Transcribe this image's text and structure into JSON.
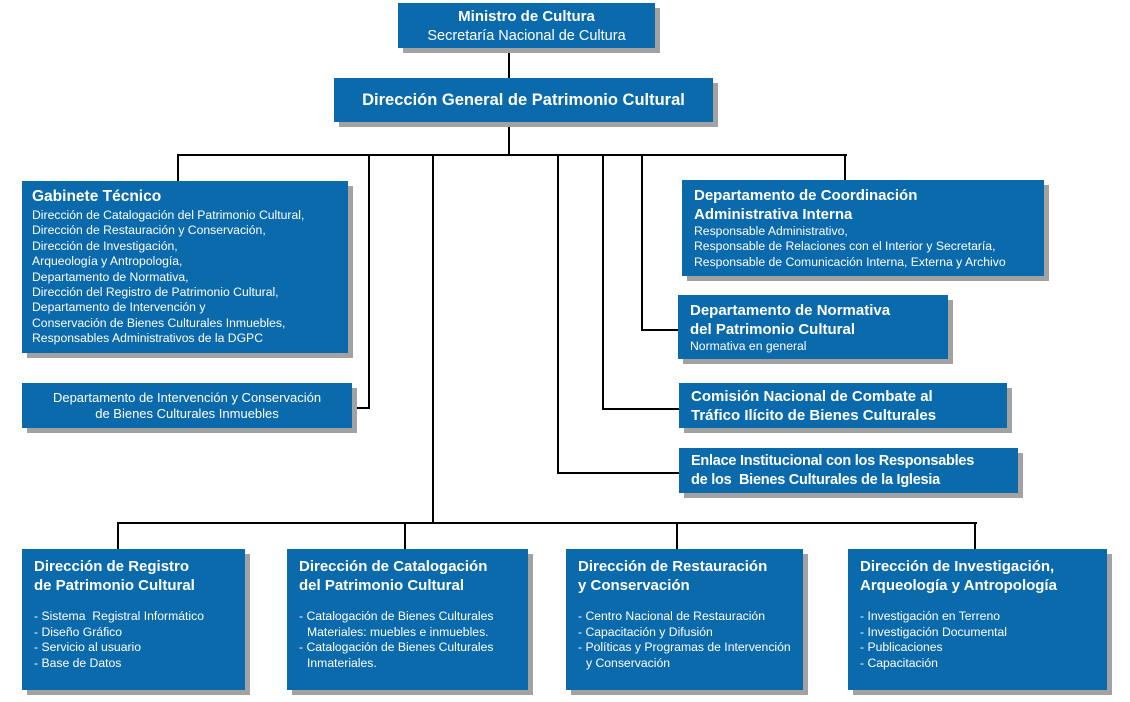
{
  "colors": {
    "box_blue": "#0b6aab",
    "box_text": "#ffffff",
    "line_black": "#000000",
    "shadow_gray": "#a2a2a2",
    "page_bg": "#ffffff"
  },
  "nodes": {
    "ministro": {
      "title": "Ministro de Cultura",
      "subtitle": "Secretaría Nacional de Cultura"
    },
    "direccion_general": {
      "title": "Dirección General de Patrimonio Cultural"
    },
    "gabinete": {
      "title": "Gabinete Técnico",
      "lines": [
        "Dirección de Catalogación del Patrimonio Cultural,",
        "Dirección de Restauración y Conservación,",
        "Dirección de Investigación,",
        "Arqueología y Antropología,",
        "Departamento de Normativa,",
        "Dirección del Registro de Patrimonio Cultural,",
        "Departamento de Intervención y",
        "Conservación de Bienes Culturales Inmuebles,",
        "Responsables Administrativos de la DGPC"
      ]
    },
    "intervencion": {
      "lines": [
        "Departamento de Intervención y Conservación",
        "de Bienes Culturales Inmuebles"
      ]
    },
    "coordinacion": {
      "title_lines": [
        "Departamento de Coordinación",
        "Administrativa Interna"
      ],
      "lines": [
        "Responsable Administrativo,",
        "Responsable de Relaciones con el Interior y Secretaría,",
        "Responsable de Comunicación Interna, Externa y Archivo"
      ]
    },
    "normativa": {
      "title_lines": [
        "Departamento de Normativa",
        "del Patrimonio Cultural"
      ],
      "lines": [
        "Normativa en general"
      ]
    },
    "comision": {
      "title_lines": [
        "Comisión Nacional de Combate al",
        "Tráfico Ilícito de Bienes Culturales"
      ]
    },
    "enlace": {
      "title_lines": [
        "Enlace Institucional con los Responsables",
        "de los  Bienes Culturales de la Iglesia"
      ]
    },
    "registro": {
      "title_lines": [
        "Dirección de Registro",
        "de Patrimonio Cultural"
      ],
      "items": [
        "- Sistema  Registral Informático",
        "- Diseño Gráfico",
        "- Servicio al usuario",
        "- Base de Datos"
      ]
    },
    "catalogacion": {
      "title_lines": [
        "Dirección de Catalogación",
        "del Patrimonio Cultural"
      ],
      "items": [
        "- Catalogación de Bienes Culturales Materiales: muebles e inmuebles.",
        "- Catalogación de Bienes Culturales Inmateriales."
      ]
    },
    "restauracion": {
      "title_lines": [
        "Dirección de Restauración",
        "y Conservación"
      ],
      "items": [
        "- Centro Nacional de Restauración",
        "- Capacitación y Difusión",
        "- Políticas y Programas de Intervención y Conservación"
      ]
    },
    "investigacion": {
      "title_lines": [
        "Dirección de Investigación,",
        "Arqueología y Antropología"
      ],
      "items": [
        "- Investigación en Terreno",
        "- Investigación Documental",
        "- Publicaciones",
        "- Capacitación"
      ]
    }
  }
}
